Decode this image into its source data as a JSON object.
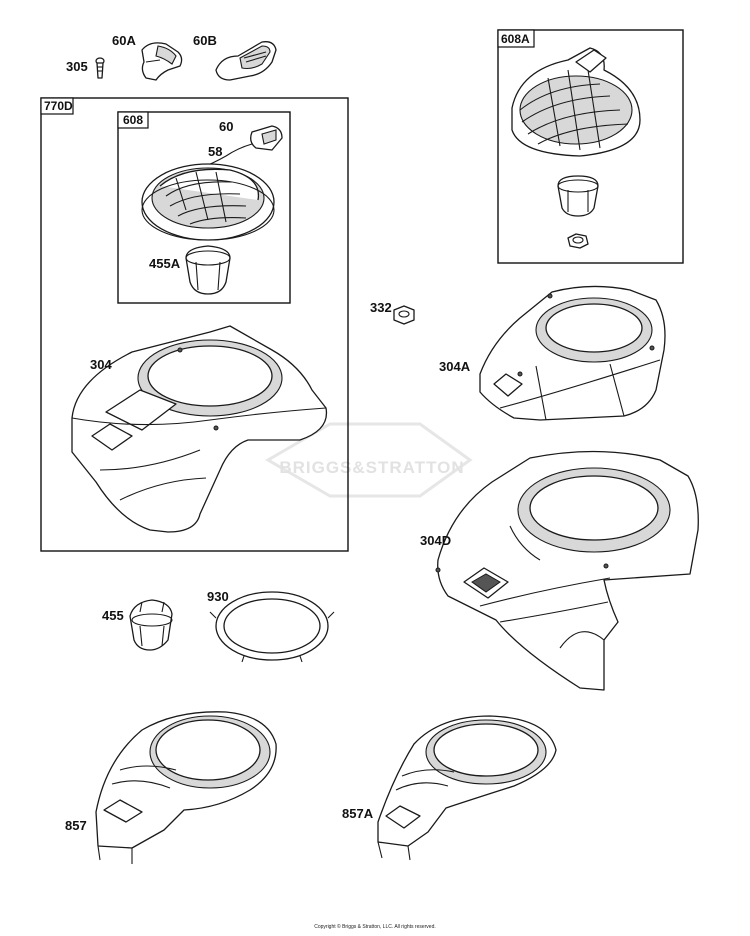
{
  "labels": {
    "p305": "305",
    "p60A": "60A",
    "p60B": "60B",
    "p60": "60",
    "p58": "58",
    "p455A": "455A",
    "p304": "304",
    "p332": "332",
    "p304A": "304A",
    "p304D": "304D",
    "p455": "455",
    "p930": "930",
    "p857": "857",
    "p857A": "857A"
  },
  "boxes": {
    "b770D": "770D",
    "b608": "608",
    "b608A": "608A"
  },
  "watermark": "BRIGGS&STRATTON",
  "copyright": "Copyright © Briggs & Stratton, LLC. All rights reserved."
}
